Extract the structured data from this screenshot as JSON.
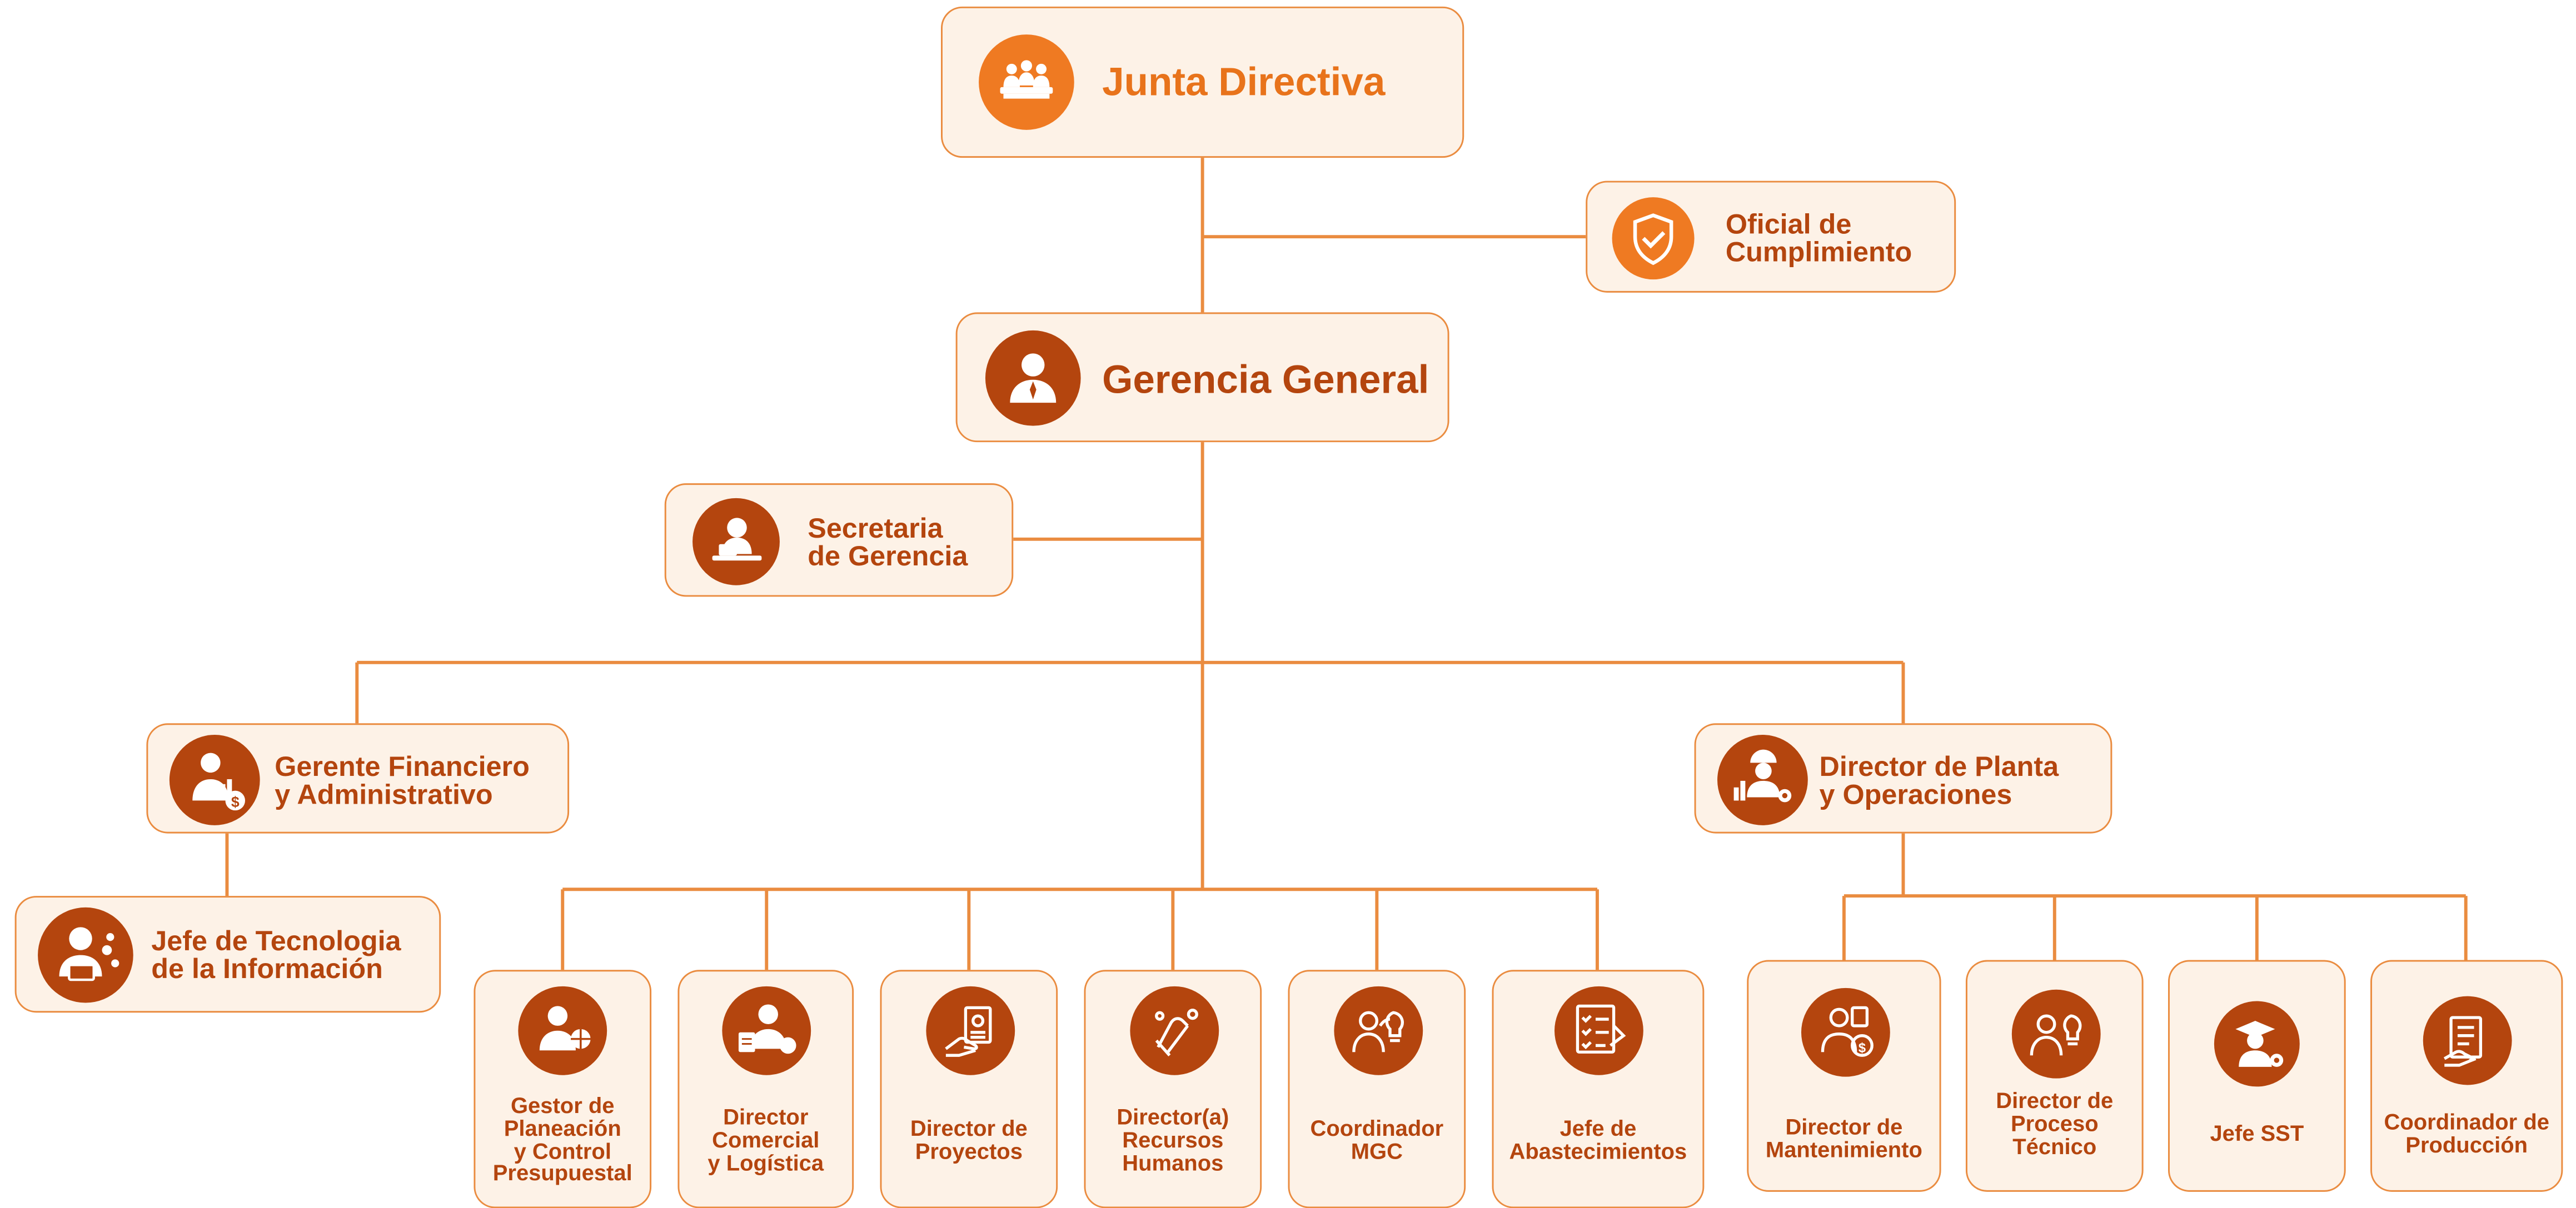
{
  "colors": {
    "accent": "#ef7a22",
    "rust": "#b4450e",
    "box_fill": "#fdf2e7",
    "line": "#ea8c40"
  },
  "nodes": {
    "junta": {
      "label": "Junta Directiva",
      "icon": "meeting-icon"
    },
    "oficial": {
      "label": "Oficial de\nCumplimiento",
      "icon": "shield-check-icon"
    },
    "gerencia": {
      "label": "Gerencia General",
      "icon": "manager-icon"
    },
    "secretaria": {
      "label": "Secretaria\nde Gerencia",
      "icon": "secretary-icon"
    },
    "gerente_fin": {
      "label": "Gerente Financiero\ny Administrativo",
      "icon": "finance-manager-icon"
    },
    "director_planta": {
      "label": "Director de Planta\ny Operaciones",
      "icon": "plant-engineer-icon"
    },
    "jefe_tec": {
      "label": "Jefe de Tecnologia\nde la Información",
      "icon": "it-person-icon"
    },
    "gestor": {
      "label": "Gestor de\nPlaneación\ny Control\nPresupuestal",
      "icon": "planning-icon"
    },
    "dir_comercial": {
      "label": "Director\nComercial\ny Logística",
      "icon": "commercial-icon"
    },
    "dir_proyectos": {
      "label": "Director de\nProyectos",
      "icon": "projects-icon"
    },
    "dir_rrhh": {
      "label": "Director(a)\nRecursos\nHumanos",
      "icon": "human-resources-icon"
    },
    "coord_mgc": {
      "label": "Coordinador\nMGC",
      "icon": "team-idea-icon"
    },
    "jefe_abast": {
      "label": "Jefe de\nAbastecimientos",
      "icon": "checklist-icon"
    },
    "dir_mant": {
      "label": "Director de\nMantenimiento",
      "icon": "maintenance-icon"
    },
    "dir_proceso": {
      "label": "Director de\nProceso\nTécnico",
      "icon": "process-idea-icon"
    },
    "jefe_sst": {
      "label": "Jefe SST",
      "icon": "safety-graduate-icon"
    },
    "coord_prod": {
      "label": "Coordinador de\nProducción",
      "icon": "production-document-icon"
    }
  }
}
